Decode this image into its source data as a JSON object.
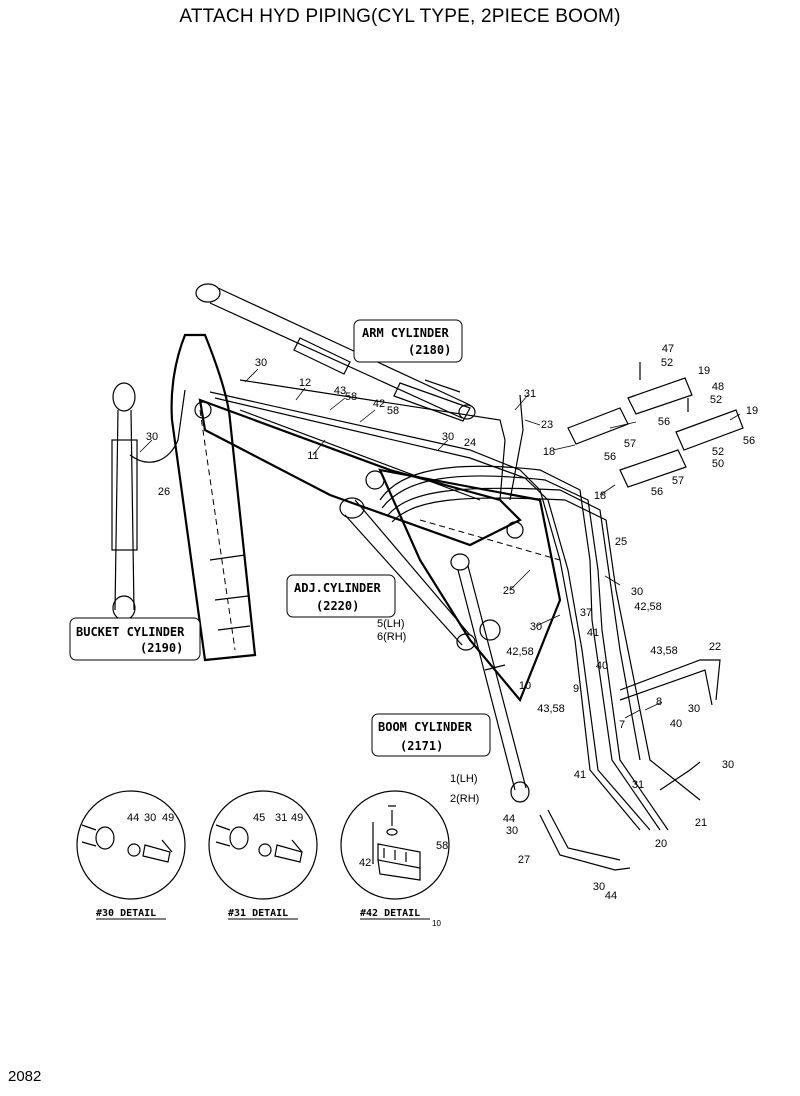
{
  "header": {
    "title": "ATTACH HYD PIPING(CYL TYPE, 2PIECE BOOM)"
  },
  "footer": {
    "page_number": "2082",
    "small_mark": "10"
  },
  "callouts": {
    "arm_cylinder": {
      "name": "ARM CYLINDER",
      "code": "(2180)"
    },
    "adj_cylinder": {
      "name": "ADJ.CYLINDER",
      "code": "(2220)",
      "lh": "5(LH)",
      "rh": "6(RH)"
    },
    "bucket_cylinder": {
      "name": "BUCKET CYLINDER",
      "code": "(2190)"
    },
    "boom_cylinder": {
      "name": "BOOM CYLINDER",
      "code": "(2171)",
      "lh": "1(LH)",
      "rh": "2(RH)"
    }
  },
  "details": {
    "d30": {
      "caption": "#30 DETAIL",
      "parts": [
        "44",
        "30",
        "49"
      ]
    },
    "d31": {
      "caption": "#31 DETAIL",
      "parts": [
        "45",
        "31",
        "49"
      ]
    },
    "d42": {
      "caption": "#42 DETAIL",
      "parts": [
        "42",
        "58"
      ]
    }
  },
  "part_labels": [
    "30",
    "12",
    "43",
    "58",
    "42",
    "58",
    "11",
    "30",
    "24",
    "31",
    "23",
    "30",
    "26",
    "47",
    "52",
    "19",
    "48",
    "52",
    "19",
    "56",
    "56",
    "57",
    "18",
    "56",
    "52",
    "50",
    "18",
    "56",
    "57",
    "25",
    "25",
    "30",
    "30",
    "42,58",
    "37",
    "41",
    "42,58",
    "10",
    "40",
    "43,58",
    "22",
    "9",
    "43,58",
    "8",
    "7",
    "40",
    "30",
    "41",
    "31",
    "30",
    "44",
    "30",
    "20",
    "21",
    "27",
    "30",
    "44"
  ]
}
